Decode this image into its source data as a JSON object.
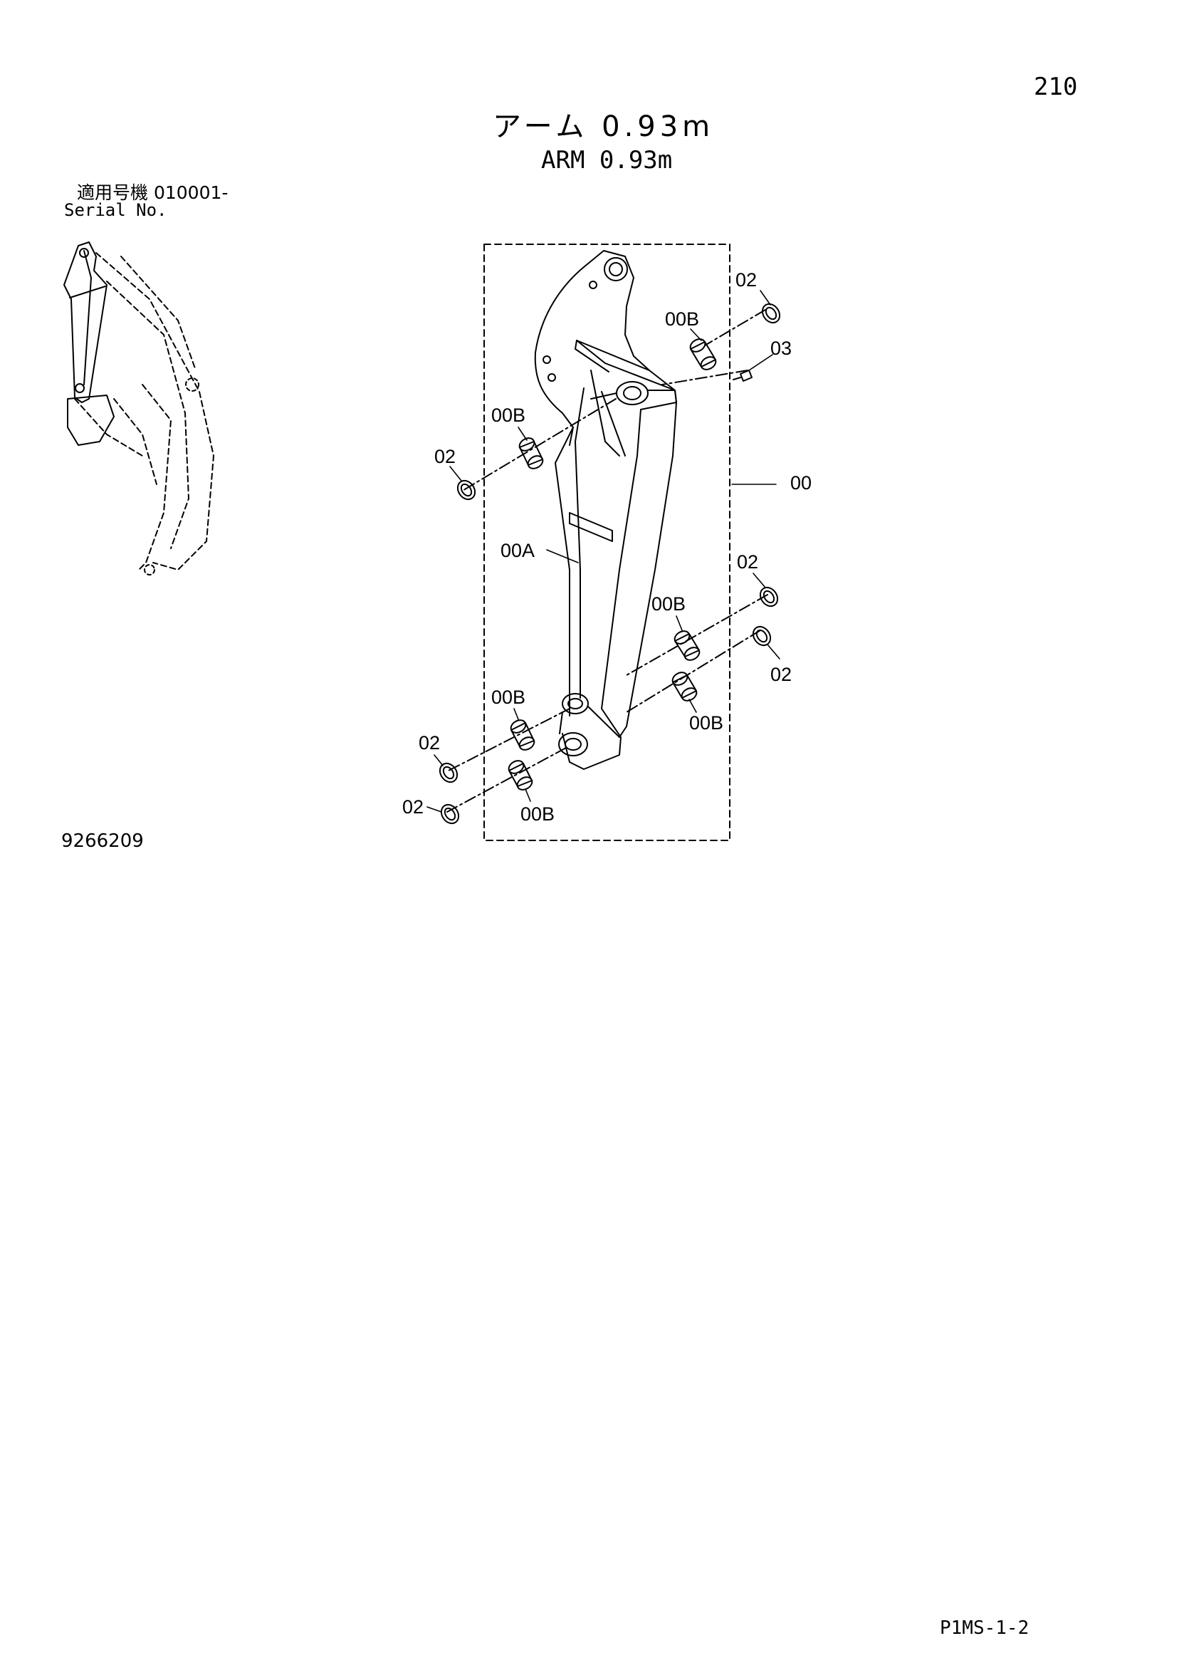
{
  "page_number": "210",
  "title_jp": "アーム 0.93m",
  "title_en": "ARM 0.93m",
  "serial_label_jp": "適用号機 010001-",
  "serial_label_en": "Serial No.",
  "figure_number": "9266209",
  "page_code": "P1MS-1-2",
  "callouts": {
    "assembly": "00",
    "arm_body": "00A",
    "bushing_upper_right": "00B",
    "bushing_upper_left": "00B",
    "bushing_mid_right_a": "00B",
    "bushing_mid_right_b": "00B",
    "bushing_lower_left_a": "00B",
    "bushing_lower_left_b": "00B",
    "ring_upper_right": "02",
    "ring_upper_left": "02",
    "ring_mid_right_a": "02",
    "ring_mid_right_b": "02",
    "ring_lower_left_a": "02",
    "ring_lower_left_b": "02",
    "grease_fitting": "03"
  }
}
